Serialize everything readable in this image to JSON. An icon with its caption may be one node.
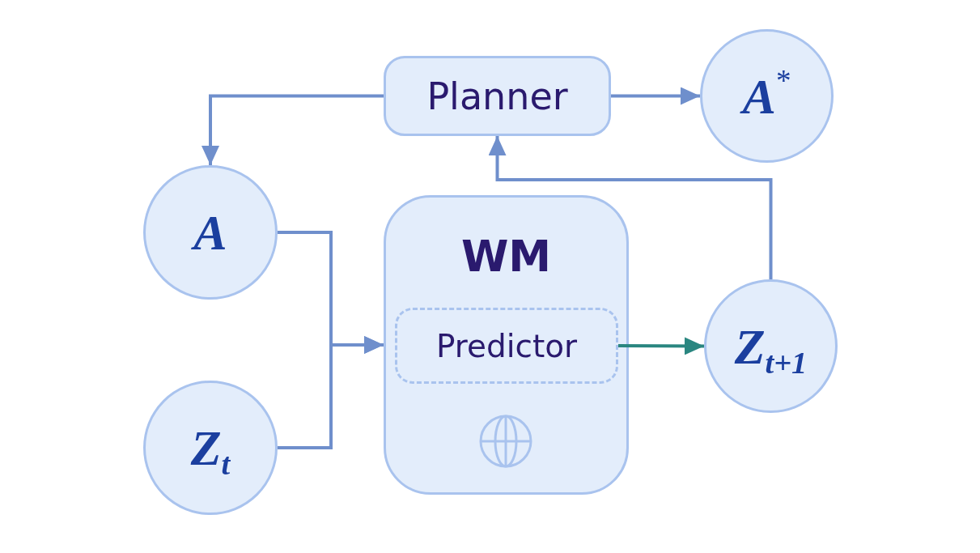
{
  "diagram": {
    "nodes": [
      {
        "text": [
          "Planner"
        ]
      },
      {
        "text": [
          "A$^{*}$"
        ]
      },
      {
        "text": [
          "A"
        ]
      },
      {
        "text": [
          "WM"
        ]
      },
      {
        "text": [
          "Predictor"
        ],
        "in": 3
      },
      {
        "text": [
          "Z$_{t+1}$"
        ]
      },
      {
        "text": [
          "Z$_{t}$"
        ]
      }
    ],
    "edges": [
      {
        "from": 0,
        "to": 2,
        "arrow": "to"
      },
      {
        "from": 0,
        "to": 1,
        "arrow": "to"
      },
      {
        "from": 2,
        "to": 3,
        "arrow": "to"
      },
      {
        "from": 6,
        "to": 3,
        "arrow": "to"
      },
      {
        "from": 4,
        "to": 5,
        "arrow": "to",
        "color": "#2a8680"
      },
      {
        "from": 5,
        "to": 0,
        "arrow": "to"
      }
    ]
  }
}
